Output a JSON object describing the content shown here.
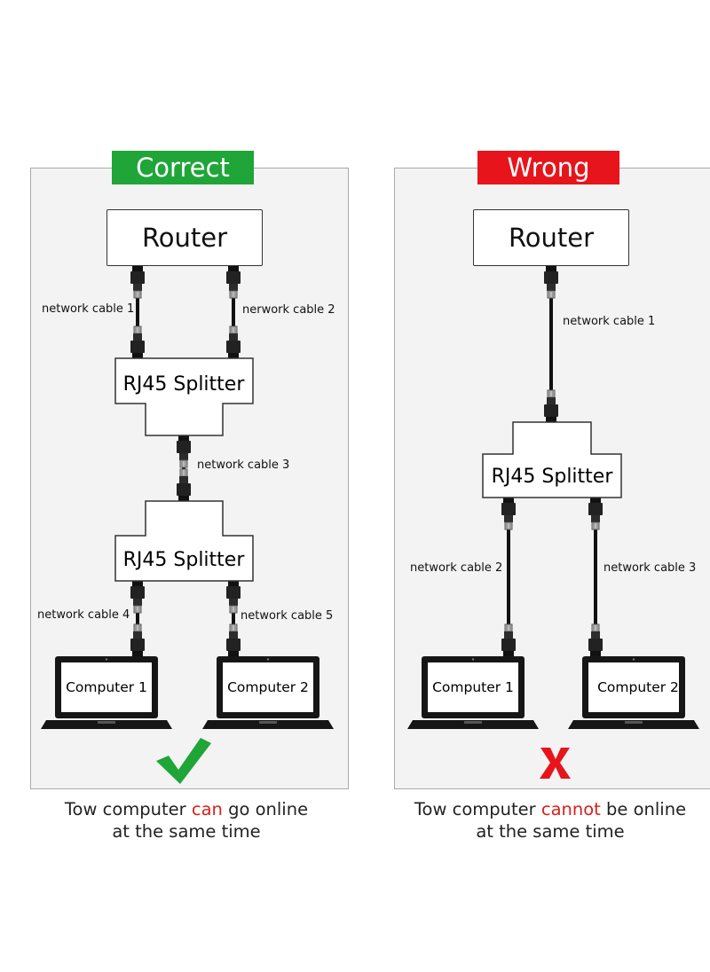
{
  "correct": {
    "badge": "Correct",
    "badge_color": "#1fa538",
    "router": "Router",
    "splitter1": "RJ45 Splitter",
    "splitter2": "RJ45 Splitter",
    "cable1": "network cable 1",
    "cable2": "nerwork cable 2",
    "cable3": "network cable 3",
    "cable4": "network cable 4",
    "cable5": "network cable 5",
    "computer1": "Computer 1",
    "computer2": "Computer 2",
    "result_icon": "checkmark-icon",
    "caption_line1_pre": "Tow computer ",
    "caption_line1_hl": "can",
    "caption_line1_post": " go online",
    "caption_line2": "at the same time"
  },
  "wrong": {
    "badge": "Wrong",
    "badge_color": "#e8141b",
    "router": "Router",
    "splitter": "RJ45 Splitter",
    "cable1": "network cable 1",
    "cable2": "network cable 2",
    "cable3": "network cable 3",
    "computer1": "Computer 1",
    "computer2": "Computer 2",
    "result_icon": "cross-icon",
    "caption_line1_pre": "Tow computer ",
    "caption_line1_hl": "cannot",
    "caption_line1_post": " be online",
    "caption_line2": "at the same time"
  },
  "highlight_color": "#d6211a"
}
